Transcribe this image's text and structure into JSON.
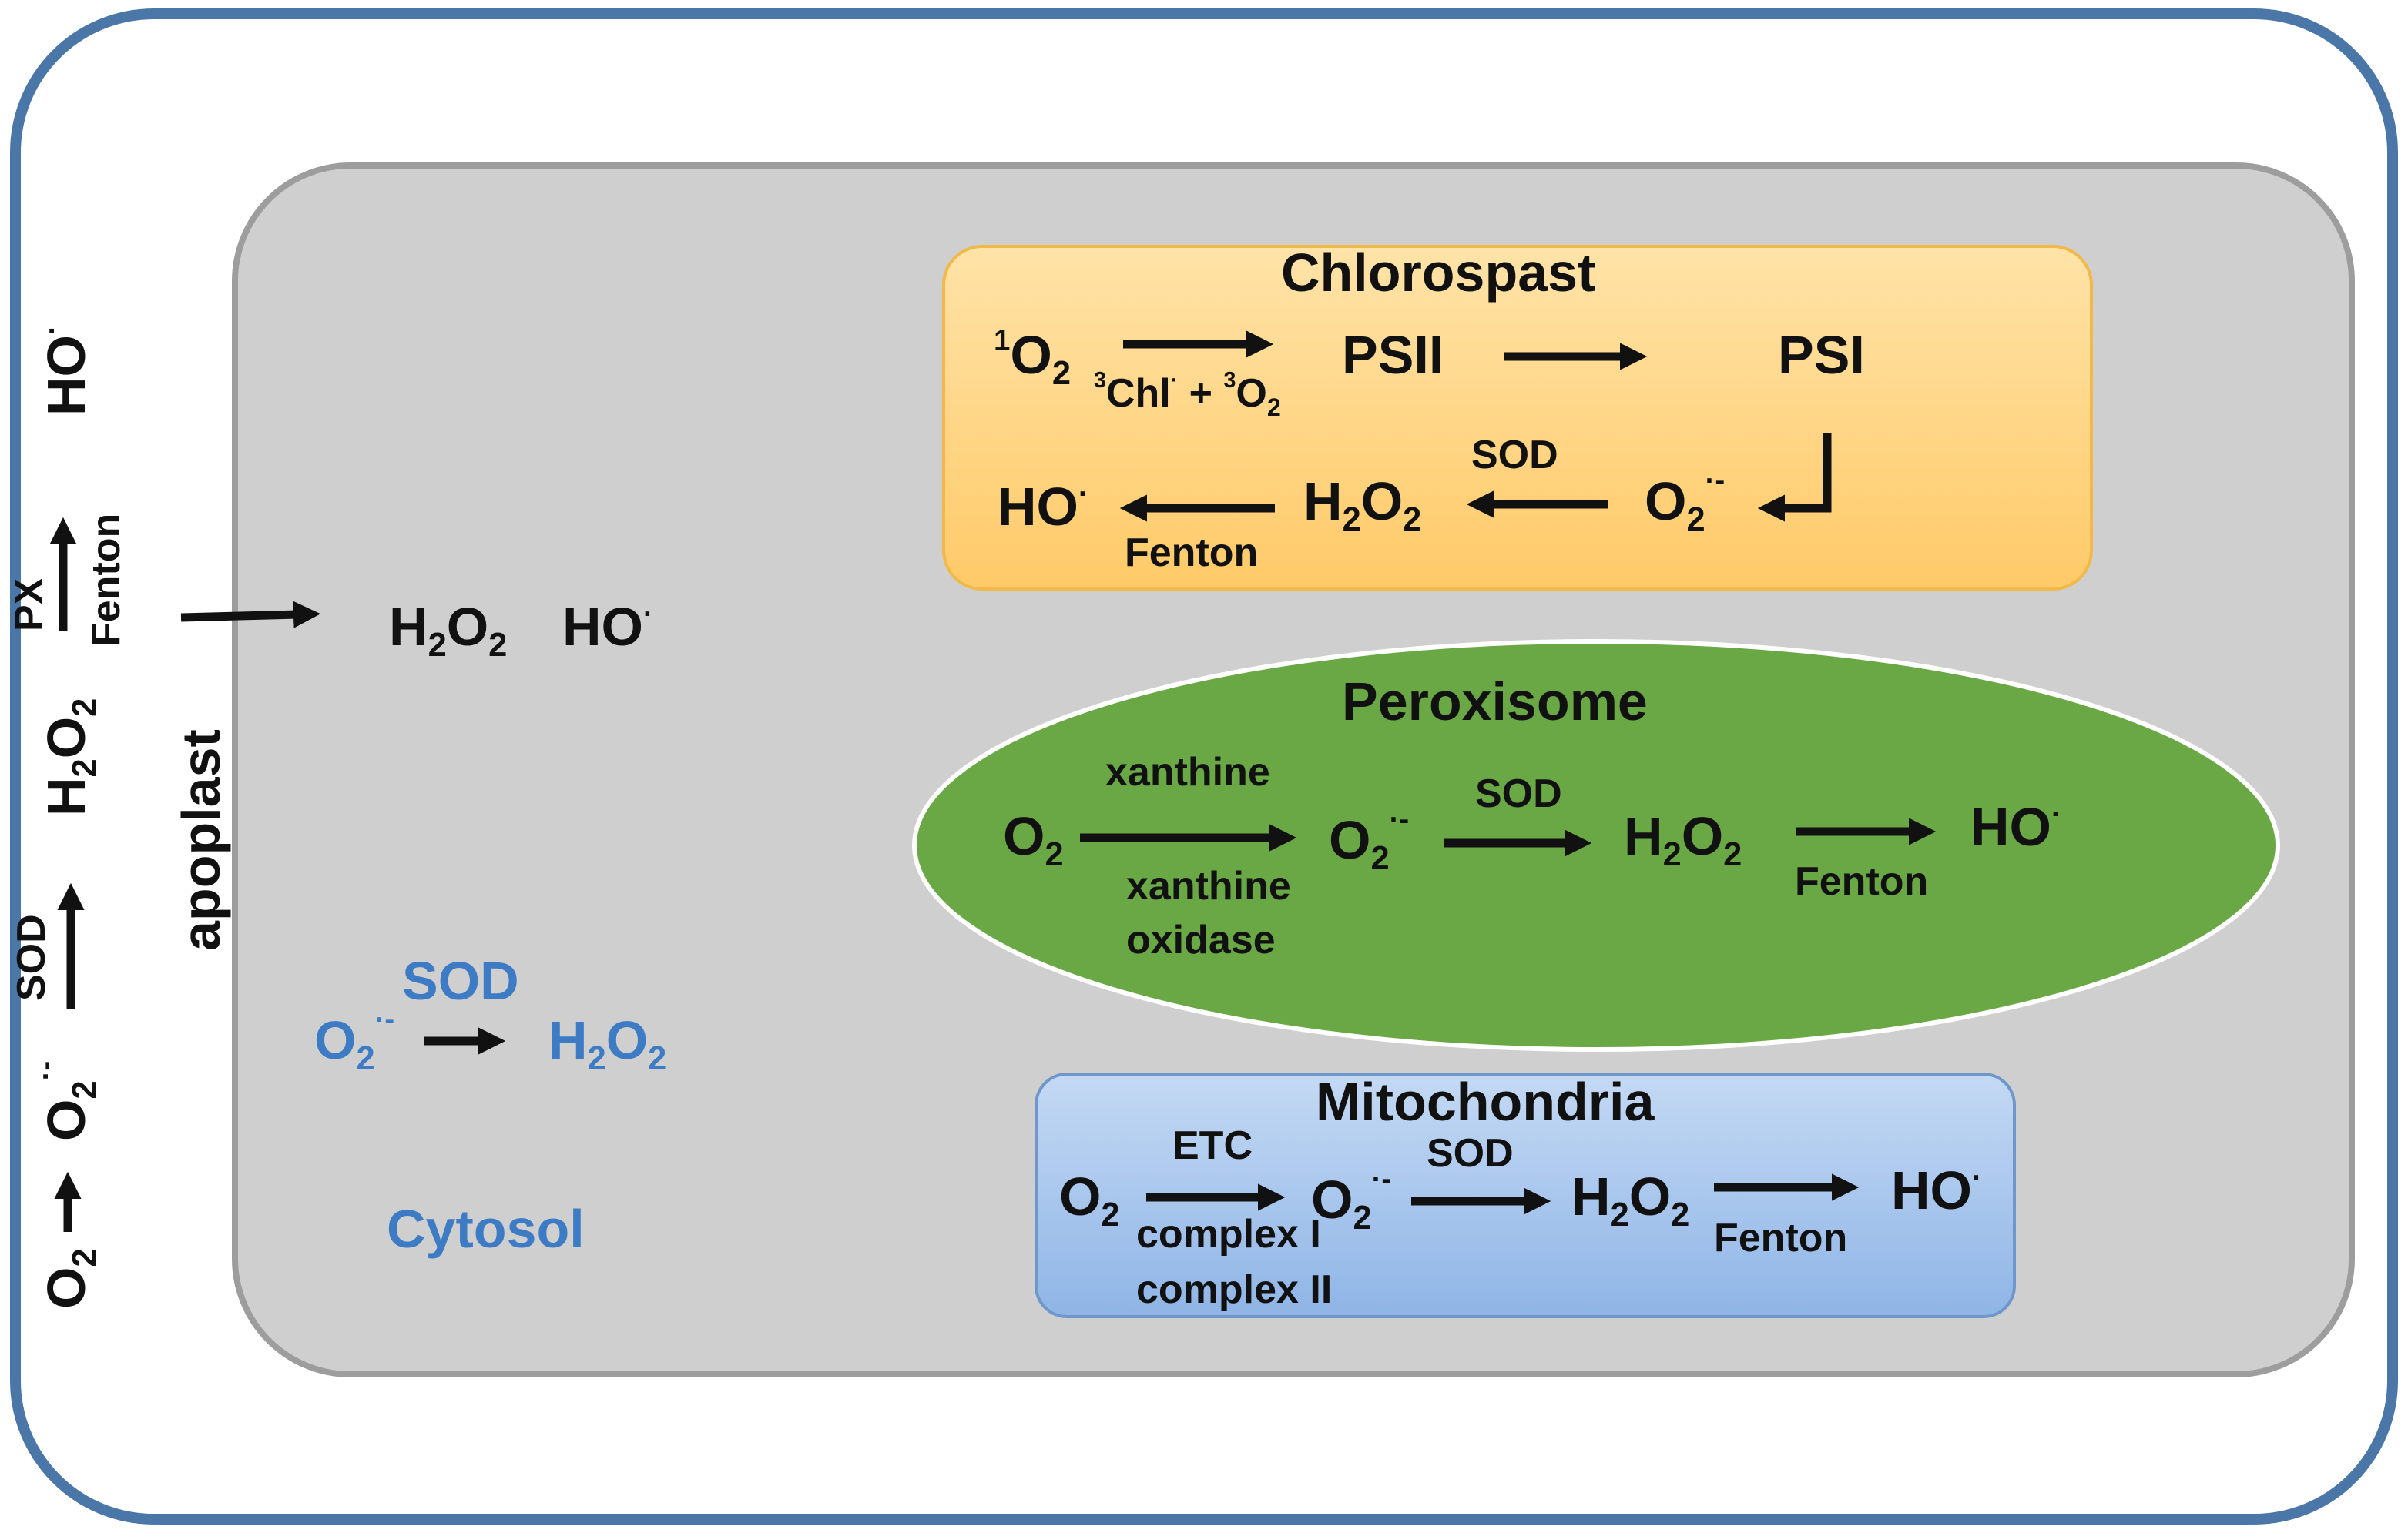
{
  "colors": {
    "cell_wall": "#4a76a8",
    "cell_interior": "#cfcfcf",
    "chloroplast_fill": "#ffd580",
    "peroxisome_fill": "#6aa845",
    "mitochondria_fill": "#a9c6ea",
    "cytosol_text": "#3d7cc4"
  },
  "apoplast": {
    "label": "apoplast",
    "o2": "O",
    "o2_sub": "2",
    "superoxide": "O",
    "superoxide_sub": "2",
    "superoxide_sup": "·-",
    "sod": "SOD",
    "h2o2_h": "H",
    "h2o2_sub": "2",
    "h2o2_o": "O",
    "h2o2_sub2": "2",
    "px": "PX",
    "fenton": "Fenton",
    "hydroxyl": "HO",
    "dot": "·"
  },
  "cytosol": {
    "label": "Cytosol",
    "sod": "SOD",
    "superoxide": "O",
    "superoxide_sub": "2",
    "superoxide_sup": "·-",
    "h2o2_h": "H",
    "h2o2_sub": "2",
    "h2o2_o": "O",
    "h2o2_sub2": "2",
    "imported_h2o2_h": "H",
    "imported_h2o2_sub": "2",
    "imported_h2o2_o": "O",
    "imported_h2o2_sub2": "2",
    "imported_hydroxyl": "HO",
    "dot": "·"
  },
  "chloroplast": {
    "title": "Chlorospast",
    "singlet_sup": "1",
    "singlet_o": "O",
    "singlet_sub": "2",
    "chl_sup": "3",
    "chl": "Chl",
    "dot": "·",
    "plus": " + ",
    "o2_sup": "3",
    "o2": "O",
    "o2_sub": "2",
    "psii": "PSII",
    "psi": "PSI",
    "superoxide": "O",
    "superoxide_sub": "2",
    "superoxide_sup": "·-",
    "sod": "SOD",
    "h2o2_h": "H",
    "h2o2_sub": "2",
    "h2o2_o": "O",
    "h2o2_sub2": "2",
    "fenton": "Fenton",
    "hydroxyl": "HO"
  },
  "peroxisome": {
    "title": "Peroxisome",
    "o2": "O",
    "o2_sub": "2",
    "xanthine": "xanthine",
    "xanthine_oxidase_1": "xanthine",
    "xanthine_oxidase_2": "oxidase",
    "superoxide": "O",
    "superoxide_sub": "2",
    "superoxide_sup": "·-",
    "sod": "SOD",
    "h2o2_h": "H",
    "h2o2_sub": "2",
    "h2o2_o": "O",
    "h2o2_sub2": "2",
    "fenton": "Fenton",
    "hydroxyl": "HO",
    "dot": "·"
  },
  "mitochondria": {
    "title": "Mitochondria",
    "o2": "O",
    "o2_sub": "2",
    "etc": "ETC",
    "complex1": "complex I",
    "complex2": "complex II",
    "superoxide": "O",
    "superoxide_sub": "2",
    "superoxide_sup": "·-",
    "sod": "SOD",
    "h2o2_h": "H",
    "h2o2_sub": "2",
    "h2o2_o": "O",
    "h2o2_sub2": "2",
    "fenton": "Fenton",
    "hydroxyl": "HO",
    "dot": "·"
  }
}
